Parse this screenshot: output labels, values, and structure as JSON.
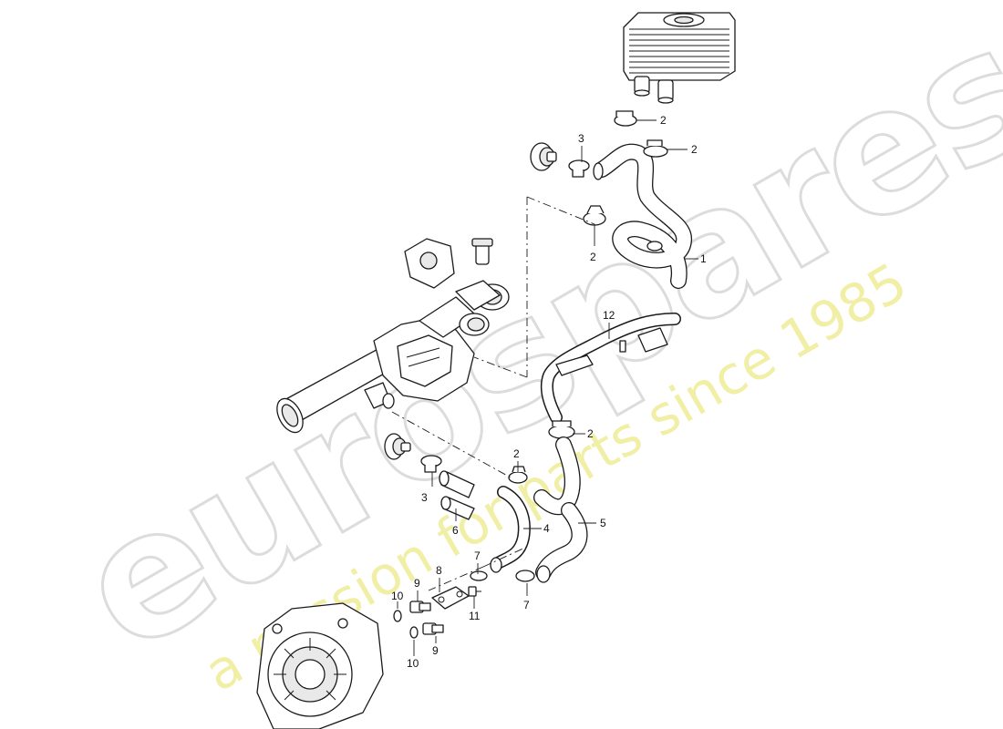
{
  "watermark": {
    "brand": "eurospares",
    "tagline": "a passion for parts since 1985"
  },
  "callouts": {
    "c1": "1",
    "c2a": "2",
    "c2b": "2",
    "c2c": "2",
    "c2d": "2",
    "c2e": "2",
    "c3a": "3",
    "c3b": "3",
    "c4": "4",
    "c5": "5",
    "c6": "6",
    "c7a": "7",
    "c7b": "7",
    "c8": "8",
    "c9a": "9",
    "c9b": "9",
    "c10a": "10",
    "c10b": "10",
    "c11": "11",
    "c12": "12"
  }
}
